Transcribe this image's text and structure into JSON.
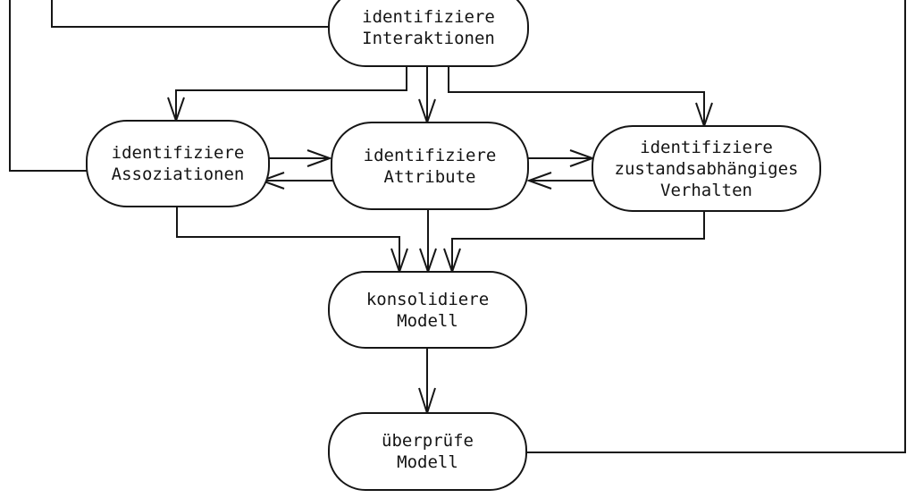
{
  "diagram": {
    "background_color": "#ffffff",
    "line_color": "#161616",
    "node_fill_color": "#ffffff",
    "nodes": [
      {
        "id": "identifiziere-interaktionen",
        "lines": [
          "identifiziere",
          "Interaktionen"
        ]
      },
      {
        "id": "identifiziere-assoziationen",
        "lines": [
          "identifiziere",
          "Assoziationen"
        ]
      },
      {
        "id": "identifiziere-attribute",
        "lines": [
          "identifiziere",
          "Attribute"
        ]
      },
      {
        "id": "identifiziere-zustandsabhaengiges-verhalten",
        "lines": [
          "identifiziere",
          "zustandsabhängiges",
          "Verhalten"
        ]
      },
      {
        "id": "konsolidiere-modell",
        "lines": [
          "konsolidiere",
          "Modell"
        ]
      },
      {
        "id": "ueberpruefe-modell",
        "lines": [
          "überprüfe",
          "Modell"
        ]
      }
    ]
  }
}
